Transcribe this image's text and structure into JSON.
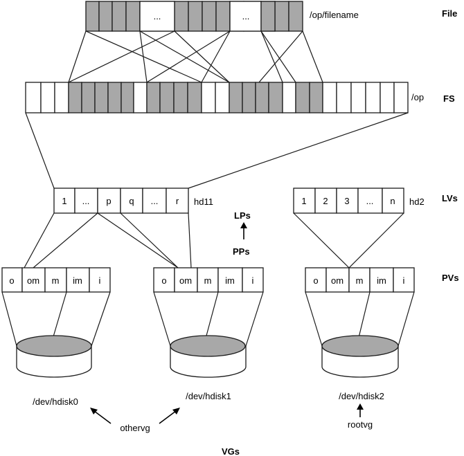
{
  "file": {
    "path": "/op/filename",
    "label": "File",
    "ellipsis_1": "...",
    "ellipsis_2": "..."
  },
  "fs": {
    "path": "/op",
    "label": "FS"
  },
  "lvs": {
    "label": "LVs",
    "hd11": {
      "name": "hd11",
      "cells": [
        "1",
        "...",
        "p",
        "q",
        "...",
        "r"
      ]
    },
    "hd2": {
      "name": "hd2",
      "cells": [
        "1",
        "2",
        "3",
        "...",
        "n"
      ]
    }
  },
  "mapping": {
    "lps": "LPs",
    "pps": "PPs"
  },
  "pvs": {
    "label": "PVs",
    "cells": [
      "o",
      "om",
      "m",
      "im",
      "i"
    ]
  },
  "disks": [
    {
      "name": "/dev/hdisk0"
    },
    {
      "name": "/dev/hdisk1"
    },
    {
      "name": "/dev/hdisk2"
    }
  ],
  "vg_names": {
    "othervg": "othervg",
    "rootvg": "rootvg"
  },
  "vgs_label": "VGs",
  "colors": {
    "fill_gray": "#a8a8a8",
    "fill_white": "#ffffff",
    "stroke": "#1a1a1a"
  }
}
